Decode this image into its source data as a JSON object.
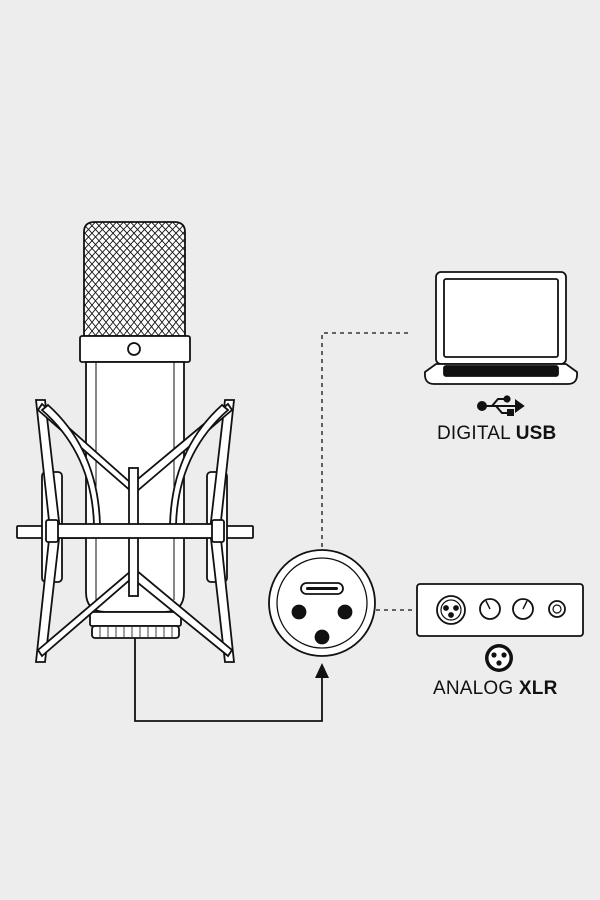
{
  "colors": {
    "background": "#ededed",
    "line": "#111111",
    "fill": "#ffffff"
  },
  "outputs": {
    "digital": {
      "prefix": "DIGITAL",
      "suffix": "USB",
      "icon": "usb-icon"
    },
    "analog": {
      "prefix": "ANALOG",
      "suffix": "XLR",
      "icon": "xlr-icon"
    }
  }
}
